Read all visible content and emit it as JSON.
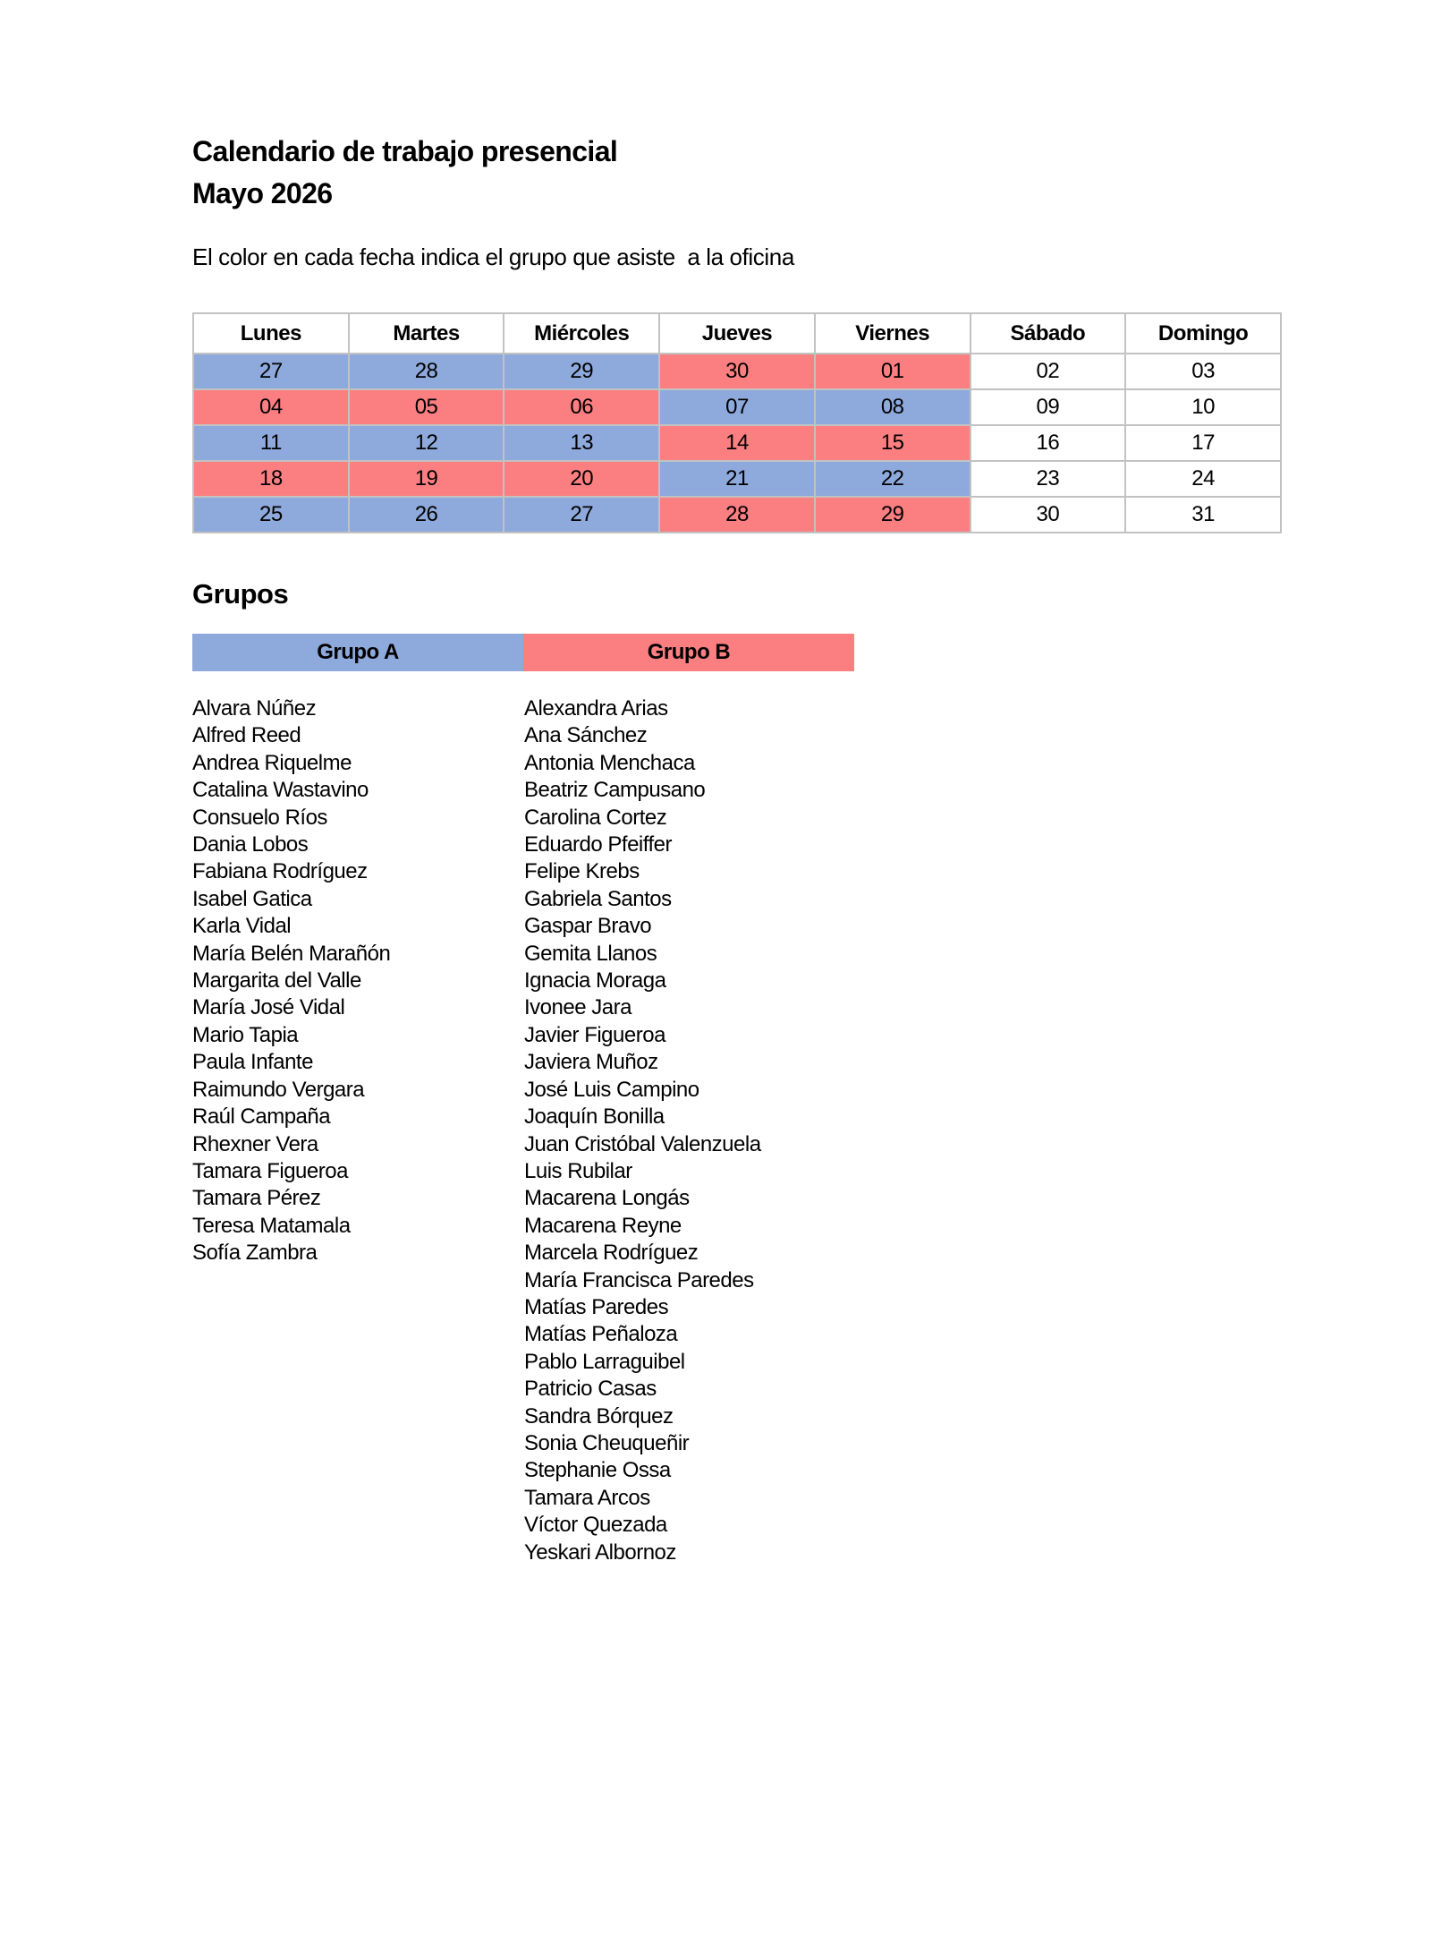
{
  "header": {
    "title_line1": "Calendario de trabajo presencial",
    "title_line2": "Mayo 2026",
    "subtitle": "El color en cada fecha indica el grupo que asiste  a la oficina"
  },
  "colors": {
    "group_a": "#8EA9DB",
    "group_b": "#FB7E81",
    "table_border": "#C2C2C2",
    "text": "#000000",
    "page_background": "#FFFFFF"
  },
  "calendar": {
    "day_headers": [
      "Lunes",
      "Martes",
      "Miércoles",
      "Jueves",
      "Viernes",
      "Sábado",
      "Domingo"
    ],
    "weeks": [
      [
        {
          "day": "27",
          "group": "A"
        },
        {
          "day": "28",
          "group": "A"
        },
        {
          "day": "29",
          "group": "A"
        },
        {
          "day": "30",
          "group": "B"
        },
        {
          "day": "01",
          "group": "B"
        },
        {
          "day": "02",
          "group": ""
        },
        {
          "day": "03",
          "group": ""
        }
      ],
      [
        {
          "day": "04",
          "group": "B"
        },
        {
          "day": "05",
          "group": "B"
        },
        {
          "day": "06",
          "group": "B"
        },
        {
          "day": "07",
          "group": "A"
        },
        {
          "day": "08",
          "group": "A"
        },
        {
          "day": "09",
          "group": ""
        },
        {
          "day": "10",
          "group": ""
        }
      ],
      [
        {
          "day": "11",
          "group": "A"
        },
        {
          "day": "12",
          "group": "A"
        },
        {
          "day": "13",
          "group": "A"
        },
        {
          "day": "14",
          "group": "B"
        },
        {
          "day": "15",
          "group": "B"
        },
        {
          "day": "16",
          "group": ""
        },
        {
          "day": "17",
          "group": ""
        }
      ],
      [
        {
          "day": "18",
          "group": "B"
        },
        {
          "day": "19",
          "group": "B"
        },
        {
          "day": "20",
          "group": "B"
        },
        {
          "day": "21",
          "group": "A"
        },
        {
          "day": "22",
          "group": "A"
        },
        {
          "day": "23",
          "group": ""
        },
        {
          "day": "24",
          "group": ""
        }
      ],
      [
        {
          "day": "25",
          "group": "A"
        },
        {
          "day": "26",
          "group": "A"
        },
        {
          "day": "27",
          "group": "A"
        },
        {
          "day": "28",
          "group": "B"
        },
        {
          "day": "29",
          "group": "B"
        },
        {
          "day": "30",
          "group": ""
        },
        {
          "day": "31",
          "group": ""
        }
      ]
    ]
  },
  "groups": {
    "heading": "Grupos",
    "group_a": {
      "label": "Grupo A",
      "members": [
        "Alvara Núñez",
        "Alfred Reed",
        "Andrea Riquelme",
        "Catalina Wastavino",
        "Consuelo Ríos",
        "Dania Lobos",
        "Fabiana Rodríguez",
        "Isabel Gatica",
        "Karla Vidal",
        "María Belén Marañón",
        "Margarita del Valle",
        "María José Vidal",
        "Mario Tapia",
        "Paula Infante",
        "Raimundo Vergara",
        "Raúl Campaña",
        "Rhexner Vera",
        "Tamara Figueroa",
        "Tamara Pérez",
        "Teresa Matamala",
        "Sofía Zambra"
      ]
    },
    "group_b": {
      "label": "Grupo B",
      "members": [
        "Alexandra Arias",
        "Ana Sánchez",
        "Antonia Menchaca",
        "Beatriz Campusano",
        "Carolina Cortez",
        "Eduardo Pfeiffer",
        "Felipe Krebs",
        "Gabriela Santos",
        "Gaspar Bravo",
        "Gemita Llanos",
        "Ignacia Moraga",
        "Ivonee Jara",
        "Javier Figueroa",
        "Javiera Muñoz",
        "José Luis Campino",
        "Joaquín Bonilla",
        "Juan Cristóbal Valenzuela",
        "Luis Rubilar",
        "Macarena Longás",
        "Macarena Reyne",
        "Marcela Rodríguez",
        "María Francisca Paredes",
        "Matías Paredes",
        "Matías Peñaloza",
        "Pablo Larraguibel",
        "Patricio Casas",
        "Sandra Bórquez",
        "Sonia Cheuqueñir",
        "Stephanie Ossa",
        "Tamara Arcos",
        "Víctor Quezada",
        "Yeskari Albornoz"
      ]
    }
  }
}
